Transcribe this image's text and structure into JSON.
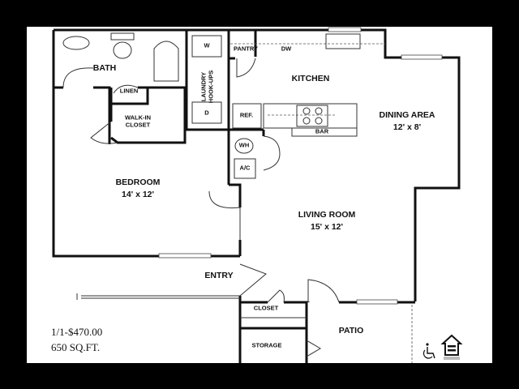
{
  "floorplan": {
    "rooms": {
      "bath": "BATH",
      "linen": "LINEN",
      "walk_in_closet": "WALK-IN CLOSET",
      "laundry": "LAUNDRY HOOK-UPS",
      "washer": "W",
      "dryer": "D",
      "pantry": "PANTRY",
      "dishwasher": "DW",
      "kitchen": "KITCHEN",
      "refrigerator": "REF.",
      "bar": "BAR",
      "water_heater": "WH",
      "ac": "A/C",
      "dining_area": "DINING AREA",
      "dining_size": "12' x 8'",
      "bedroom": "BEDROOM",
      "bedroom_size": "14' x 12'",
      "living_room": "LIVING ROOM",
      "living_size": "15' x 12'",
      "entry": "ENTRY",
      "closet": "CLOSET",
      "storage": "STORAGE",
      "patio": "PATIO"
    },
    "unit": {
      "price_line": "1/1-$470.00",
      "area_line": "650 SQ.FT."
    },
    "icons": [
      "wheelchair-accessible-icon",
      "equal-housing-opportunity-icon"
    ],
    "logo_text": "EQUAL HOUSING OPPORTUNITY"
  }
}
